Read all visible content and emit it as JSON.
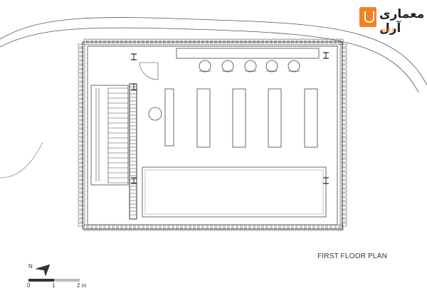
{
  "title": "FIRST FLOOR PLAN",
  "logo": {
    "text": "معماری آرل",
    "url": "arel.ir"
  },
  "north": {
    "label": "N"
  },
  "scale": {
    "labels": [
      "0",
      "1",
      "2 m"
    ]
  },
  "colors": {
    "line": "#444444",
    "accent": "#f58220"
  }
}
